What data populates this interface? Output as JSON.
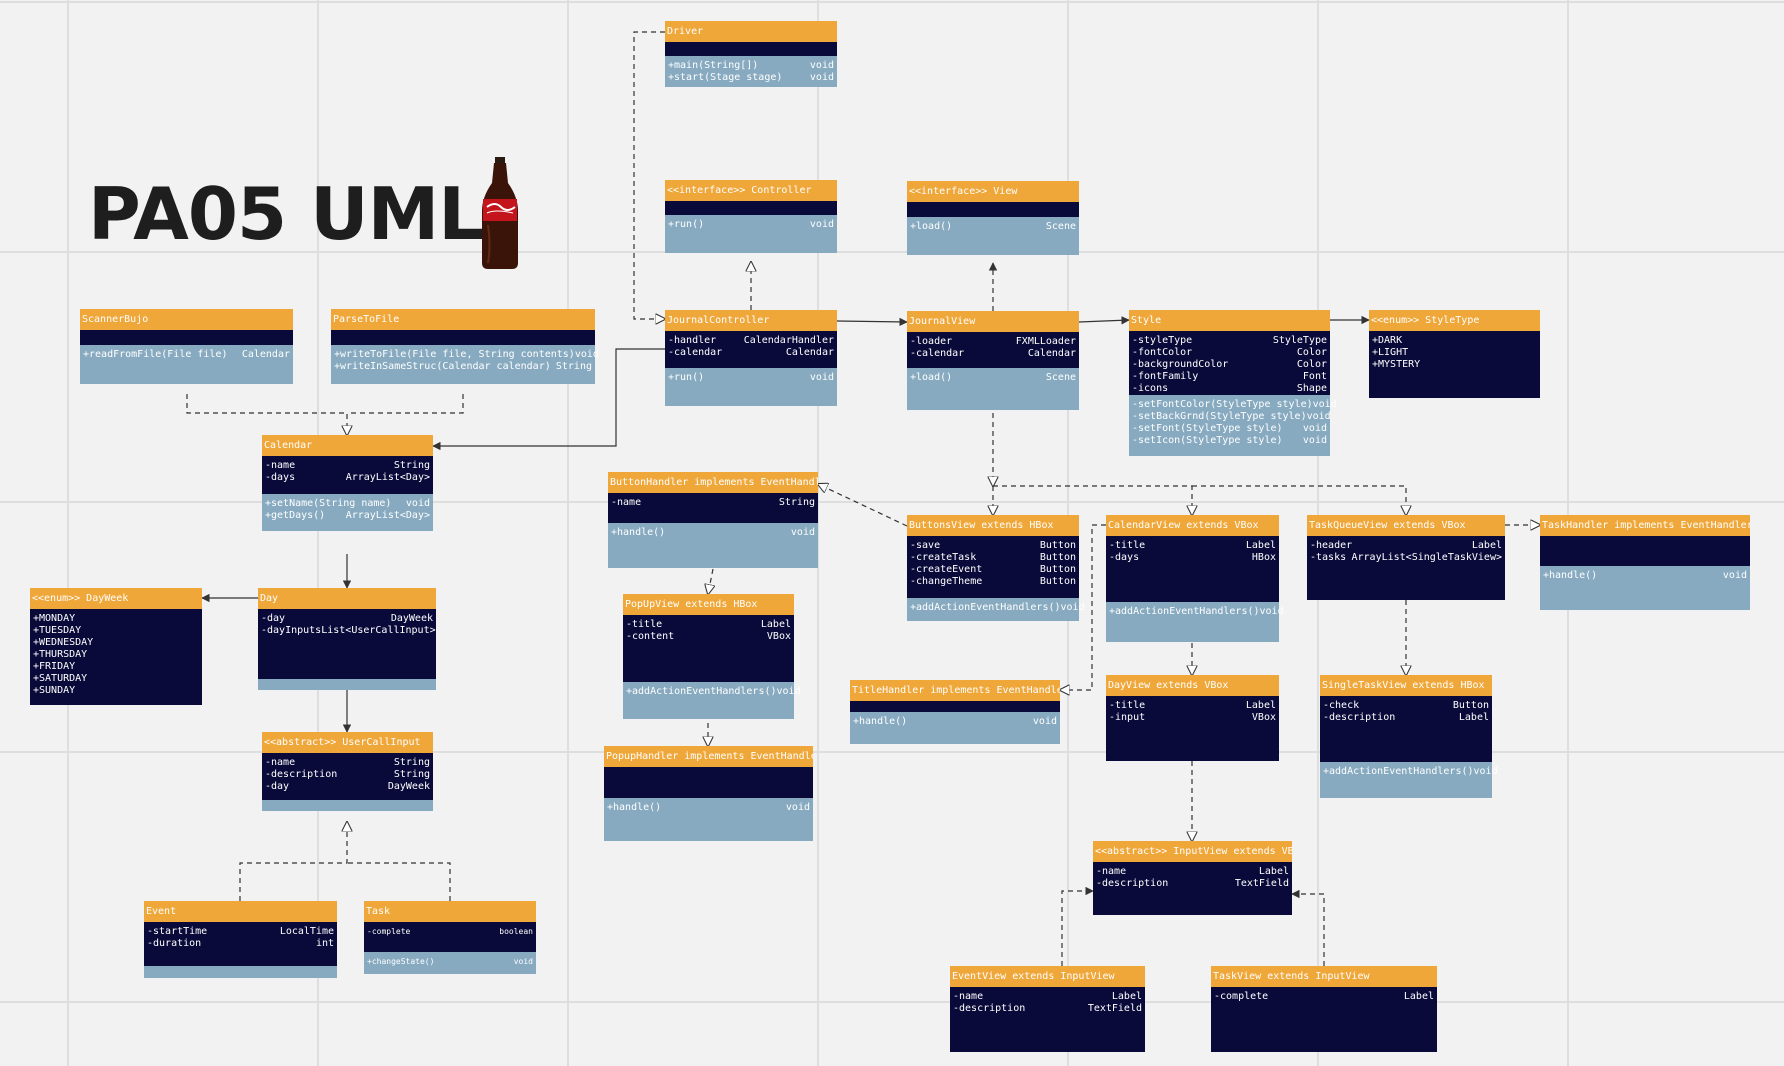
{
  "title": "PA05 UML",
  "colors": {
    "header": "#f0a73a",
    "attributes": "#0a0a3a",
    "methods": "#87aac0",
    "background": "#f2f2f2",
    "edge": "#333333"
  },
  "decoration": {
    "bottle_label": "Coca-Cola"
  },
  "classes": {
    "driver": {
      "name": "Driver",
      "attributes": [],
      "methods": [
        {
          "sig": "+main(String[])",
          "type": "void"
        },
        {
          "sig": "+start(Stage stage)",
          "type": "void"
        }
      ]
    },
    "controller": {
      "name": "<<interface>> Controller",
      "attributes": [],
      "methods": [
        {
          "sig": "+run()",
          "type": "void"
        }
      ]
    },
    "view": {
      "name": "<<interface>> View",
      "attributes": [],
      "methods": [
        {
          "sig": "+load()",
          "type": "Scene"
        }
      ]
    },
    "scannerbujo": {
      "name": "ScannerBujo",
      "attributes": [],
      "methods": [
        {
          "sig": "+readFromFile(File file)",
          "type": "Calendar"
        }
      ]
    },
    "parsetofile": {
      "name": "ParseToFile",
      "attributes": [],
      "methods": [
        {
          "sig": "+writeToFile(File file, String contents)",
          "type": "void"
        },
        {
          "sig": "+writeInSameStruc(Calendar calendar)",
          "type": "String"
        }
      ]
    },
    "journalcontroller": {
      "name": "JournalController",
      "attributes": [
        {
          "sig": "-handler",
          "type": "CalendarHandler"
        },
        {
          "sig": "-calendar",
          "type": "Calendar"
        }
      ],
      "methods": [
        {
          "sig": "+run()",
          "type": "void"
        }
      ]
    },
    "journalview": {
      "name": "JournalView",
      "attributes": [
        {
          "sig": "-loader",
          "type": "FXMLLoader"
        },
        {
          "sig": "-calendar",
          "type": "Calendar"
        }
      ],
      "methods": [
        {
          "sig": "+load()",
          "type": "Scene"
        }
      ]
    },
    "style": {
      "name": "Style",
      "attributes": [
        {
          "sig": "-styleType",
          "type": "StyleType"
        },
        {
          "sig": "-fontColor",
          "type": "Color"
        },
        {
          "sig": "-backgroundColor",
          "type": "Color"
        },
        {
          "sig": "-fontFamily",
          "type": "Font"
        },
        {
          "sig": "-icons",
          "type": "Shape"
        }
      ],
      "methods": [
        {
          "sig": "-setFontColor(StyleType style)",
          "type": "void"
        },
        {
          "sig": "-setBackGrnd(StyleType style)",
          "type": "void"
        },
        {
          "sig": "-setFont(StyleType style)",
          "type": "void"
        },
        {
          "sig": "-setIcon(StyleType style)",
          "type": "void"
        }
      ]
    },
    "styletype": {
      "name": "<<enum>> StyleType",
      "attributes": [
        {
          "sig": "+DARK",
          "type": ""
        },
        {
          "sig": "+LIGHT",
          "type": ""
        },
        {
          "sig": "+MYSTERY",
          "type": ""
        }
      ],
      "methods": []
    },
    "calendar": {
      "name": "Calendar",
      "attributes": [
        {
          "sig": "-name",
          "type": "String"
        },
        {
          "sig": "-days",
          "type": "ArrayList<Day>"
        }
      ],
      "methods": [
        {
          "sig": "+setName(String name)",
          "type": "void"
        },
        {
          "sig": "+getDays()",
          "type": "ArrayList<Day>"
        }
      ]
    },
    "buttonhandler": {
      "name": "ButtonHandler implements EventHandler",
      "attributes": [
        {
          "sig": "-name",
          "type": "String"
        }
      ],
      "methods": [
        {
          "sig": "+handle()",
          "type": "void"
        }
      ]
    },
    "buttonsview": {
      "name": "ButtonsView extends HBox",
      "attributes": [
        {
          "sig": "-save",
          "type": "Button"
        },
        {
          "sig": "-createTask",
          "type": "Button"
        },
        {
          "sig": "-createEvent",
          "type": "Button"
        },
        {
          "sig": "-changeTheme",
          "type": "Button"
        }
      ],
      "methods": [
        {
          "sig": "+addActionEventHandlers()",
          "type": "void"
        }
      ]
    },
    "calendarview": {
      "name": "CalendarView extends VBox",
      "attributes": [
        {
          "sig": "-title",
          "type": "Label"
        },
        {
          "sig": "-days",
          "type": "HBox"
        }
      ],
      "methods": [
        {
          "sig": "+addActionEventHandlers()",
          "type": "void"
        }
      ]
    },
    "taskqueueview": {
      "name": "TaskQueueView extends VBox",
      "attributes": [
        {
          "sig": "-header",
          "type": "Label"
        },
        {
          "sig": "-tasks",
          "type": "ArrayList<SingleTaskView>"
        }
      ],
      "methods": []
    },
    "taskhandler": {
      "name": "TaskHandler implements EventHandler",
      "attributes": [],
      "methods": [
        {
          "sig": "+handle()",
          "type": "void"
        }
      ]
    },
    "dayweek": {
      "name": "<<enum>> DayWeek",
      "attributes": [
        {
          "sig": "+MONDAY",
          "type": ""
        },
        {
          "sig": "+TUESDAY",
          "type": ""
        },
        {
          "sig": "+WEDNESDAY",
          "type": ""
        },
        {
          "sig": "+THURSDAY",
          "type": ""
        },
        {
          "sig": "+FRIDAY",
          "type": ""
        },
        {
          "sig": "+SATURDAY",
          "type": ""
        },
        {
          "sig": "+SUNDAY",
          "type": ""
        }
      ],
      "methods": []
    },
    "day": {
      "name": "Day",
      "attributes": [
        {
          "sig": "-day",
          "type": "DayWeek"
        },
        {
          "sig": "-dayInputs",
          "type": "List<UserCallInput>"
        }
      ],
      "methods": []
    },
    "popupview": {
      "name": "PopUpView extends HBox",
      "attributes": [
        {
          "sig": "-title",
          "type": "Label"
        },
        {
          "sig": "-content",
          "type": "VBox"
        }
      ],
      "methods": [
        {
          "sig": "+addActionEventHandlers()",
          "type": "void"
        }
      ]
    },
    "titlehandler": {
      "name": "TitleHandler implements EventHandler",
      "attributes": [],
      "methods": [
        {
          "sig": "+handle()",
          "type": "void"
        }
      ]
    },
    "dayview": {
      "name": "DayView extends VBox",
      "attributes": [
        {
          "sig": "-title",
          "type": "Label"
        },
        {
          "sig": "-input",
          "type": "VBox"
        }
      ],
      "methods": []
    },
    "singletaskview": {
      "name": "SingleTaskView extends HBox",
      "attributes": [
        {
          "sig": "-check",
          "type": "Button"
        },
        {
          "sig": "-description",
          "type": "Label"
        }
      ],
      "methods": [
        {
          "sig": "+addActionEventHandlers()",
          "type": "void"
        }
      ]
    },
    "usercallinput": {
      "name": "<<abstract>> UserCallInput",
      "attributes": [
        {
          "sig": "-name",
          "type": "String"
        },
        {
          "sig": "-description",
          "type": "String"
        },
        {
          "sig": "-day",
          "type": "DayWeek"
        }
      ],
      "methods": []
    },
    "popuphandler": {
      "name": "PopupHandler implements EventHandler",
      "attributes": [],
      "methods": [
        {
          "sig": "+handle()",
          "type": "void"
        }
      ]
    },
    "inputview": {
      "name": "<<abstract>> InputView extends VBox",
      "attributes": [
        {
          "sig": "-name",
          "type": "Label"
        },
        {
          "sig": "-description",
          "type": "TextField"
        }
      ],
      "methods": []
    },
    "event": {
      "name": "Event",
      "attributes": [
        {
          "sig": "-startTime",
          "type": "LocalTime"
        },
        {
          "sig": "-duration",
          "type": "int"
        }
      ],
      "methods": []
    },
    "task": {
      "name": "Task",
      "attributes": [
        {
          "sig": "-complete",
          "type": "boolean"
        }
      ],
      "methods": [
        {
          "sig": "+changeState()",
          "type": "void"
        }
      ]
    },
    "eventview": {
      "name": "EventView extends InputView",
      "attributes": [
        {
          "sig": "-name",
          "type": "Label"
        },
        {
          "sig": "-description",
          "type": "TextField"
        }
      ],
      "methods": []
    },
    "taskview": {
      "name": "TaskView extends InputView",
      "attributes": [
        {
          "sig": "-complete",
          "type": "Label"
        }
      ],
      "methods": []
    }
  }
}
